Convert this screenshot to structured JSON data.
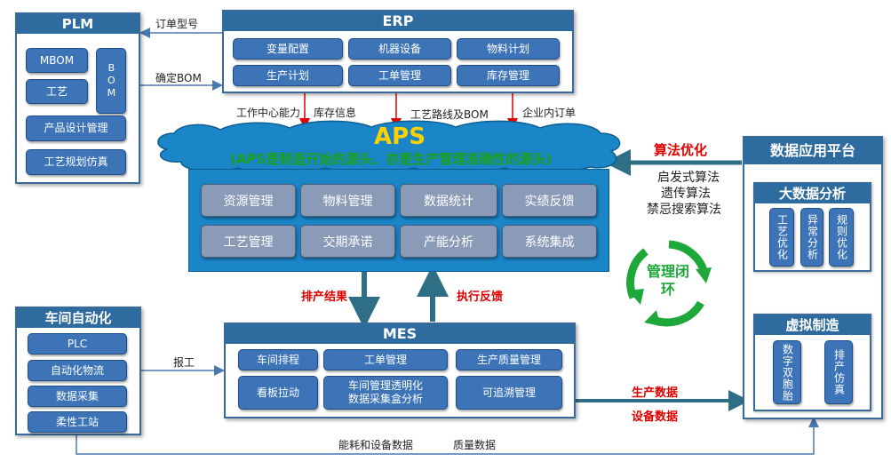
{
  "plm": {
    "title": "PLM",
    "mbom": "MBOM",
    "bom": "BOM",
    "process": "工艺",
    "design": "产品设计管理",
    "sim": "工艺规划仿真"
  },
  "erp": {
    "title": "ERP",
    "items": [
      "变量配置",
      "机器设备",
      "物料计划",
      "生产计划",
      "工单管理",
      "库存管理"
    ]
  },
  "aps": {
    "title": "APS",
    "subtitle": "(APS是制造开始的源头、亦是生产管理准确性的源头)",
    "items": [
      "资源管理",
      "物料管理",
      "数据统计",
      "实绩反馈",
      "工艺管理",
      "交期承诺",
      "产能分析",
      "系统集成"
    ]
  },
  "mes": {
    "title": "MES",
    "items": [
      "车间排程",
      "工单管理",
      "生产质量管理",
      "看板拉动",
      "车间管理透明化\n数据采集盒分析",
      "可追溯管理"
    ]
  },
  "workshop": {
    "title": "车间自动化",
    "items": [
      "PLC",
      "自动化物流",
      "数据采集",
      "柔性工站"
    ]
  },
  "platform": {
    "title": "数据应用平台",
    "bigdata": {
      "title": "大数据分析",
      "items": [
        "工艺优化",
        "异常分析",
        "规则优化"
      ]
    },
    "virtual": {
      "title": "虚拟制造",
      "items": [
        "数字双胞胎",
        "排产仿真"
      ]
    }
  },
  "labels": {
    "order_model": "订单型号",
    "confirm_bom": "确定BOM",
    "work_center": "工作中心能力",
    "inventory": "库存信息",
    "routing": "工艺路线及BOM",
    "internal_order": "企业内订单",
    "schedule_result": "排产结果",
    "exec_feedback": "执行反馈",
    "report": "报工",
    "prod_data": "生产数据",
    "equip_data": "设备数据",
    "energy_data": "能耗和设备数据",
    "quality_data": "质量数据",
    "algo_opt": "算法优化",
    "algo1": "启发式算法",
    "algo2": "遗传算法",
    "algo3": "禁忌搜索算法",
    "closed_loop": "管理闭环"
  },
  "colors": {
    "panel_header": "#2e6b9e",
    "button_blue": "#3d74b8",
    "button_grey": "#8a9bb8",
    "aps_body": "#1a86c8",
    "aps_title": "#ffd000",
    "aps_subtitle": "#1aa01a",
    "red_label": "#e00000",
    "loop_green": "#1ea83a"
  }
}
